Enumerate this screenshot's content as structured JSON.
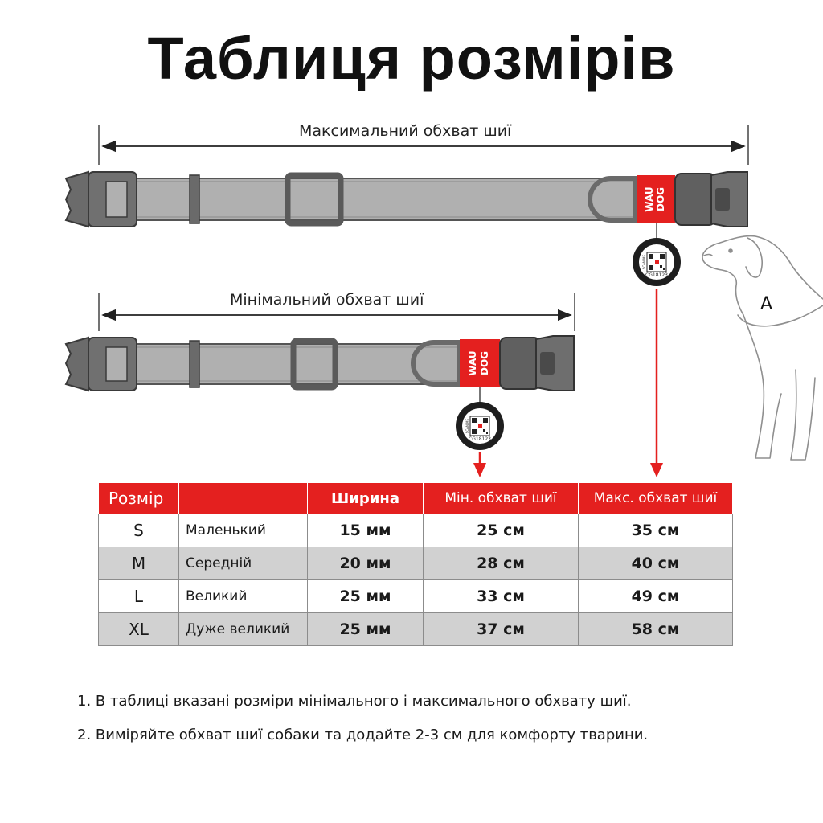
{
  "title": "Таблиця розмірів",
  "diagram": {
    "max_label": "Максимальний обхват шиї",
    "min_label": "Мінімальний обхват шиї",
    "brand_tag": [
      "WAU",
      "DOG"
    ],
    "tag_code": "CG18123",
    "tag_text": "SCAN ME",
    "dog_marker": "A"
  },
  "colors": {
    "accent": "#e4201f",
    "strap": "#b0b0b0",
    "hardware": "#555555",
    "row_alt": "#d1d1d1"
  },
  "table": {
    "headers": [
      "Розмір",
      "",
      "Ширина",
      "Мін. обхват шиї",
      "Макс. обхват шиї"
    ],
    "rows": [
      {
        "size": "S",
        "desc": "Маленький",
        "width": "15 мм",
        "min": "25 см",
        "max": "35 см"
      },
      {
        "size": "M",
        "desc": "Середній",
        "width": "20 мм",
        "min": "28 см",
        "max": "40 см"
      },
      {
        "size": "L",
        "desc": "Великий",
        "width": "25 мм",
        "min": "33 см",
        "max": "49 см"
      },
      {
        "size": "XL",
        "desc": "Дуже великий",
        "width": "25 мм",
        "min": "37 см",
        "max": "58 см"
      }
    ]
  },
  "notes": [
    "1. В таблиці вказані розміри мінімального і максимального обхвату шиї.",
    "2. Виміряйте обхват шиї собаки та додайте 2-3 см для комфорту тварини."
  ]
}
